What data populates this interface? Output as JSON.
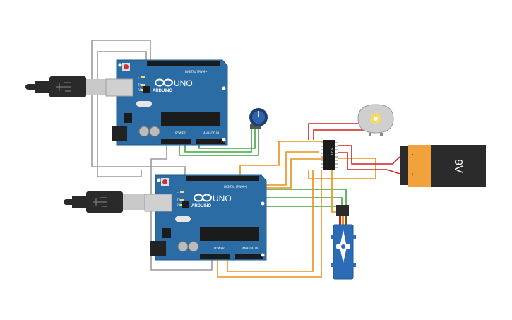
{
  "board1": {
    "brand": "ARDUINO",
    "model": "UNO",
    "digital_label": "DIGITAL (PWM~)",
    "power_label": "POWER",
    "analog_label": "ANALOG IN",
    "led_l": "L",
    "led_tx": "TX",
    "led_rx": "RX"
  },
  "board2": {
    "brand": "ARDUINO",
    "model": "UNO",
    "digital_label": "DIGITAL (PWM~)",
    "power_label": "POWER",
    "analog_label": "ANALOG IN",
    "led_l": "L",
    "led_tx": "TX",
    "led_rx": "RX"
  },
  "chip": {
    "label": "L293D"
  },
  "battery": {
    "label": "9V",
    "minus": "-",
    "plus": "+"
  },
  "colors": {
    "board": "#2a6ca3",
    "board_edge": "#1f5a8c",
    "wire_gray": "#9a9a9a",
    "wire_green": "#3fa53f",
    "wire_orange": "#e8901a",
    "wire_red": "#d42020",
    "battery_body": "#f2a23c",
    "battery_cap": "#2b2b2b",
    "servo_body": "#2c6bb5",
    "motor_body": "#cfcfcf"
  }
}
